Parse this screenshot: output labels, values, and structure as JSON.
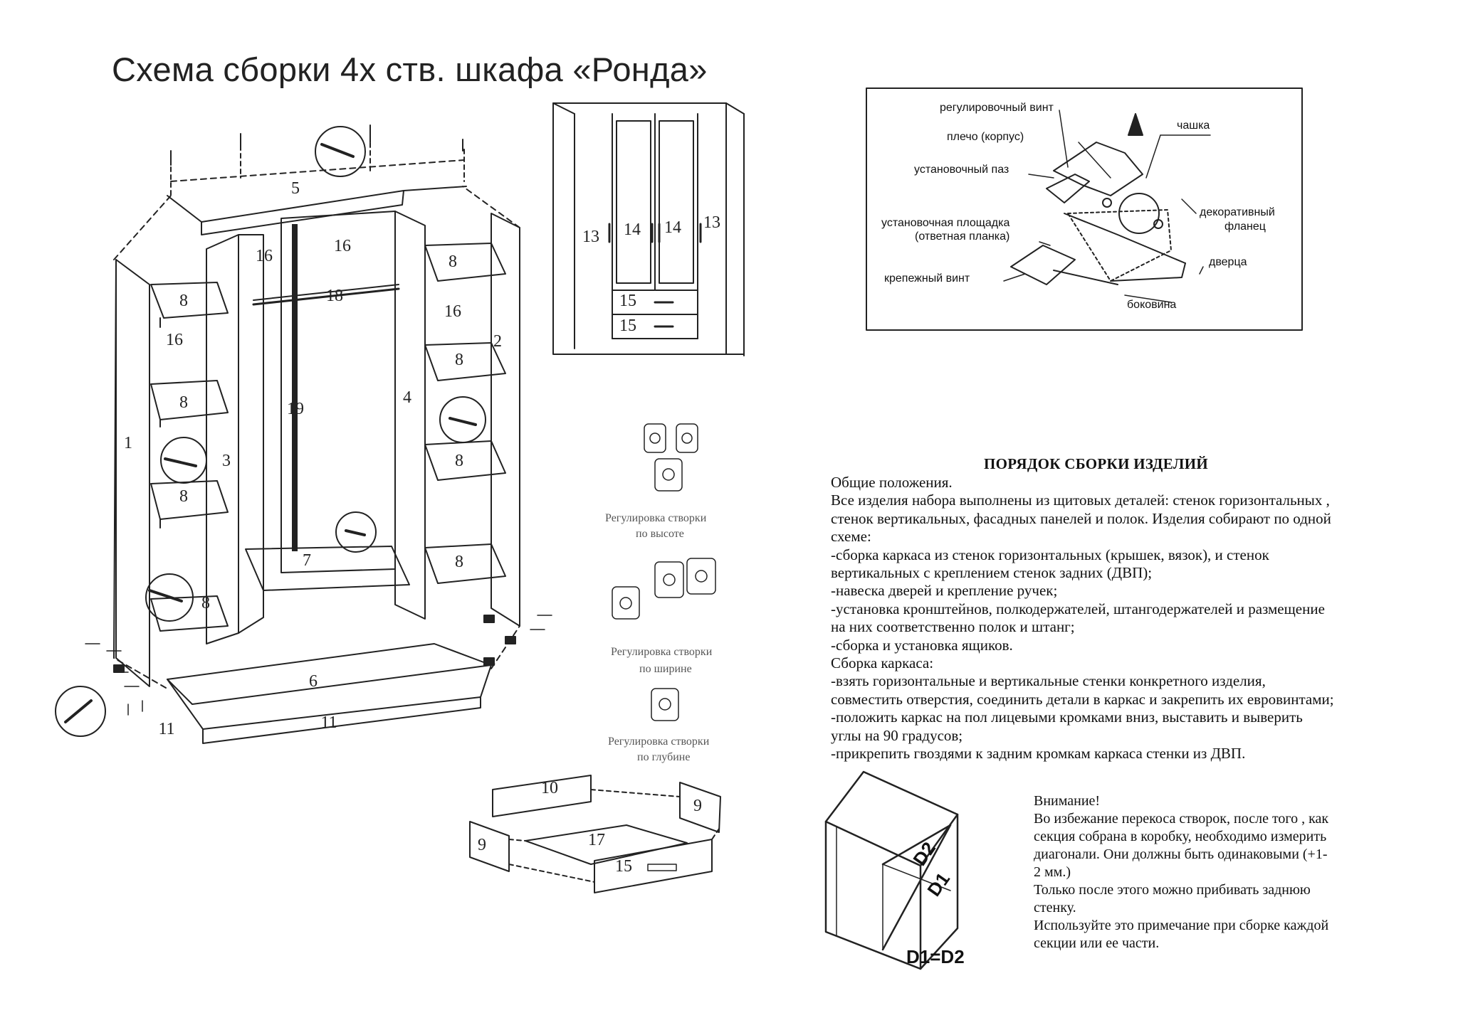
{
  "title": "Схема сборки 4х ств. шкафа «Ронда»",
  "hinge": {
    "labels": {
      "adjust_screw": "регулировочный винт",
      "shoulder": "плечо (корпус)",
      "mount_slot": "установочный паз",
      "cup": "чашка",
      "decor_flange_1": "декоративный",
      "decor_flange_2": "фланец",
      "mount_plate_1": "установочная площадка",
      "mount_plate_2": "(ответная планка)",
      "door": "дверца",
      "fixing_screw": "крепежный винт",
      "side": "боковина"
    }
  },
  "adjustments": {
    "height_1": "Регулировка створки",
    "height_2": "по высоте",
    "width_1": "Регулировка створки",
    "width_2": "по ширине",
    "depth_1": "Регулировка створки",
    "depth_2": "по глубине"
  },
  "part_numbers": {
    "p1": "1",
    "p2": "2",
    "p3": "3",
    "p4": "4",
    "p5": "5",
    "p6": "6",
    "p7": "7",
    "p8a": "8",
    "p8b": "8",
    "p8c": "8",
    "p8d": "8",
    "p8e": "8",
    "p8f": "8",
    "p8g": "8",
    "p8h": "8",
    "p9a": "9",
    "p9b": "9",
    "p10": "10",
    "p11a": "11",
    "p11b": "11",
    "p13a": "13",
    "p13b": "13",
    "p14a": "14",
    "p14b": "14",
    "p15a": "15",
    "p15b": "15",
    "p15c": "15",
    "p16a": "16",
    "p16b": "16",
    "p16c": "16",
    "p16d": "16",
    "p17": "17",
    "p18": "18",
    "p19": "19"
  },
  "assembly": {
    "heading": "ПОРЯДОК СБОРКИ ИЗДЕЛИЙ",
    "lines": [
      "Общие положения.",
      "Все изделия набора выполнены из щитовых деталей: стенок горизонтальных ,",
      "стенок вертикальных, фасадных панелей и полок. Изделия собирают по одной",
      "схеме:",
      "-сборка каркаса из стенок горизонтальных (крышек, вязок), и стенок",
      "вертикальных с креплением стенок задних (ДВП);",
      "-навеска дверей и крепление ручек;",
      "-установка кронштейнов, полкодержателей, штангодержателей и размещение",
      "на них соответственно полок и штанг;",
      "-сборка и установка ящиков.",
      "Сборка каркаса:",
      "-взять горизонтальные и вертикальные стенки конкретного изделия,",
      "совместить отверстия, соединить детали в каркас и закрепить их евровинтами;",
      "-положить каркас на пол лицевыми кромками вниз, выставить и выверить",
      "углы на 90 градусов;",
      "-прикрепить гвоздями к задним кромкам каркаса стенки из ДВП."
    ]
  },
  "box": {
    "d1": "D1",
    "d2": "D2",
    "eq": "D1=D2"
  },
  "note": {
    "lines": [
      "Внимание!",
      "Во избежание перекоса створок, после того , как",
      "секция собрана в коробку, необходимо измерить",
      "диагонали. Они должны быть одинаковыми (+1-",
      "2 мм.)",
      "Только после этого можно прибивать заднюю",
      "стенку.",
      "Используйте это примечание при сборке каждой",
      "секции или ее части."
    ]
  }
}
